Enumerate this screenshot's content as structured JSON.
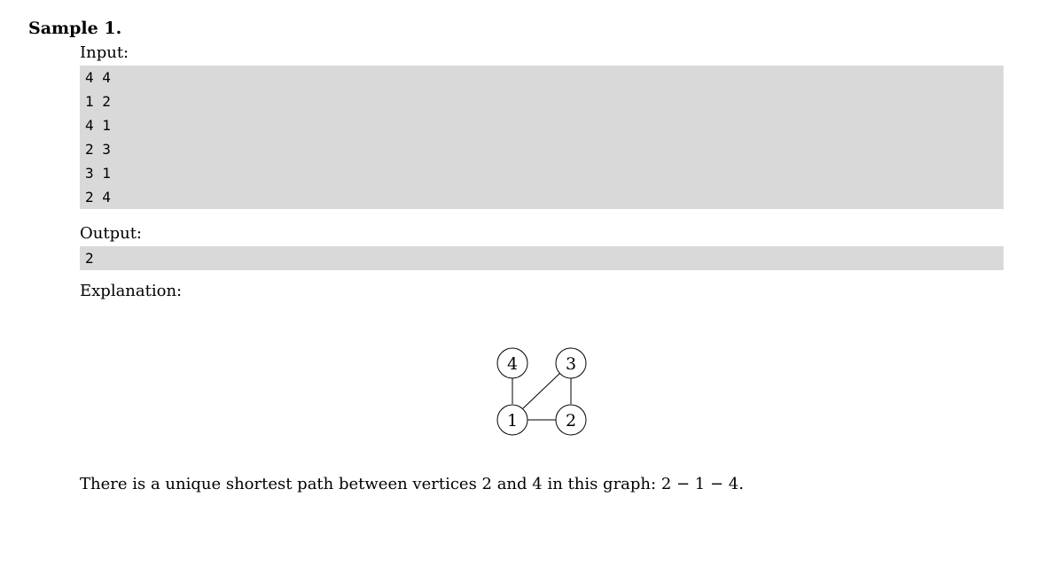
{
  "sample": {
    "title": "Sample 1."
  },
  "input": {
    "label": "Input:",
    "lines": [
      "4 4",
      "1 2",
      "4 1",
      "2 3",
      "3 1",
      "2 4"
    ]
  },
  "output": {
    "label": "Output:",
    "lines": [
      "2"
    ]
  },
  "explanation": {
    "label": "Explanation:",
    "graph": {
      "vertices": [
        "1",
        "2",
        "3",
        "4"
      ],
      "edges": [
        [
          "4",
          "1"
        ],
        [
          "1",
          "2"
        ],
        [
          "1",
          "3"
        ],
        [
          "3",
          "2"
        ]
      ]
    },
    "text": "There is a unique shortest path between vertices 2 and 4 in this graph:",
    "path": "2 − 1 − 4."
  }
}
